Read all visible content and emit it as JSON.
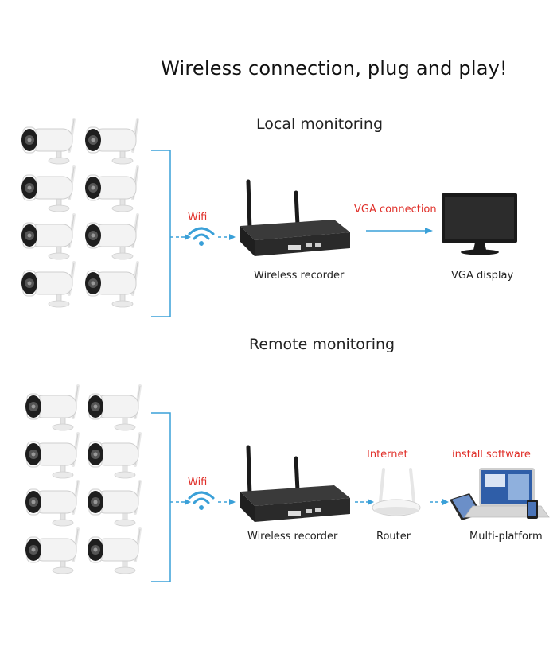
{
  "title": "Wireless connection, plug and play!",
  "local": {
    "heading": "Local monitoring",
    "wifi_label": "Wifi",
    "recorder_label": "Wireless recorder",
    "link_label": "VGA connection",
    "display_label": "VGA display"
  },
  "remote": {
    "heading": "Remote monitoring",
    "wifi_label": "Wifi",
    "recorder_label": "Wireless recorder",
    "internet_label": "Internet",
    "router_label": "Router",
    "software_label": "install software",
    "platform_label": "Multi-platform"
  },
  "colors": {
    "connector": "#3aa0d8",
    "accent_text": "#e0302a",
    "camera_body": "#f1f1f1",
    "recorder_body": "#2b2b2b"
  }
}
